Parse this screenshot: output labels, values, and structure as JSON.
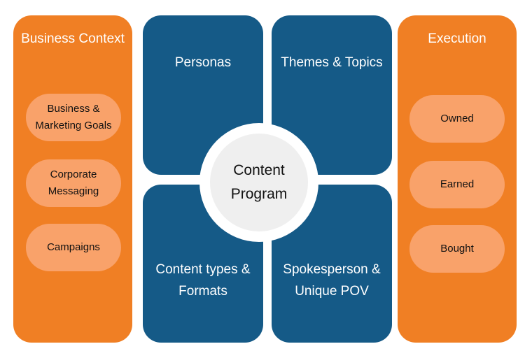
{
  "colors": {
    "orange_panel": "#F07F24",
    "orange_pill": "#F9A26A",
    "blue_quadrant": "#155A87",
    "hub_fill": "#EFEFEF",
    "hub_ring": "#FFFFFF"
  },
  "left_column": {
    "title": "Business Context",
    "items": [
      "Business &\nMarketing Goals",
      "Corporate\nMessaging",
      "Campaigns"
    ]
  },
  "quadrants": {
    "top_left": "Personas",
    "top_right": "Themes & Topics",
    "bottom_left": "Content types &\nFormats",
    "bottom_right": "Spokesperson &\nUnique POV"
  },
  "hub": {
    "label": "Content\nProgram"
  },
  "right_column": {
    "title": "Execution",
    "items": [
      "Owned",
      "Earned",
      "Bought"
    ]
  }
}
